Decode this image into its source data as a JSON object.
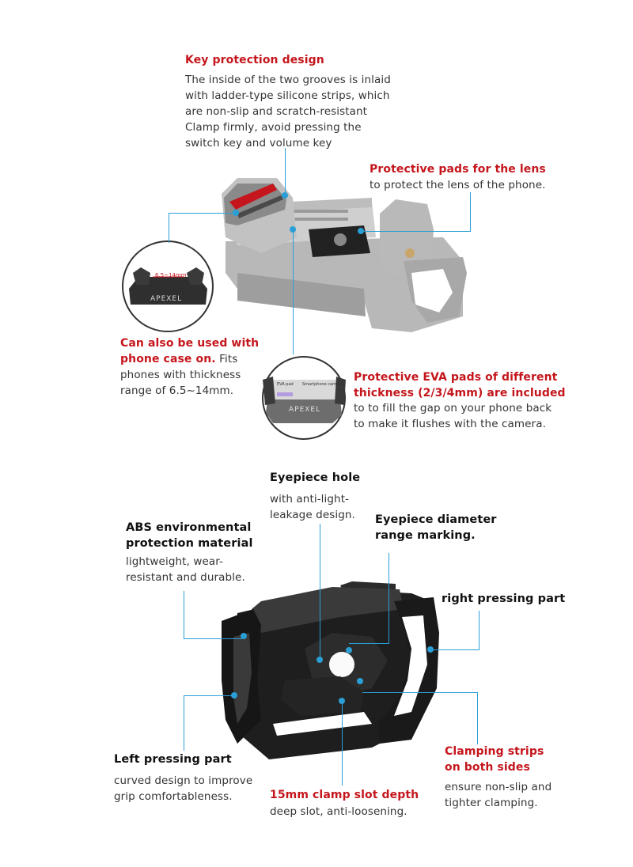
{
  "colors": {
    "accent_red": "#c4161c",
    "leader_line": "#2a9fd6",
    "text": "#333333"
  },
  "top": {
    "key_protection": {
      "title": "Key protection design",
      "lines": [
        "The inside of the two grooves is inlaid",
        "with ladder-type silicone strips, which",
        "are non-slip and scratch-resistant",
        "Clamp firmly, avoid pressing the",
        "switch key and volume key"
      ]
    },
    "protective_pads": {
      "title": "Protective pads for the lens",
      "text": "to protect the lens of the phone."
    },
    "phone_case": {
      "title_lines": [
        "Can also be used with",
        "phone case on."
      ],
      "text_suffix": "Fits",
      "lines": [
        "phones with thickness",
        "range of 6.5~14mm."
      ],
      "inset_label": "6.5~14mm",
      "inset_logo": "APEXEL"
    },
    "eva_pads": {
      "title_lines": [
        "Protective EVA pads of different",
        "thickness (2/3/4mm) are included"
      ],
      "lines": [
        "to  to fill the gap on your phone back",
        "to make it flushes with the camera."
      ],
      "inset_label_left": "EVA pad",
      "inset_label_right": "Smartphone camera",
      "inset_logo": "APEXEL"
    }
  },
  "bottom": {
    "eyepiece_hole": {
      "title": "Eyepiece hole",
      "lines": [
        "with anti-light-",
        "leakage design."
      ]
    },
    "eyepiece_diameter": {
      "title_lines": [
        "Eyepiece diameter",
        "range marking."
      ]
    },
    "abs": {
      "title_lines": [
        "ABS environmental",
        "protection material"
      ],
      "lines": [
        "lightweight, wear-",
        "resistant and durable."
      ]
    },
    "right_pressing": {
      "title": "right pressing part"
    },
    "left_pressing": {
      "title": "Left pressing part",
      "lines": [
        "curved design to improve",
        "grip comfortableness."
      ]
    },
    "clamp_slot": {
      "title": "15mm clamp slot depth",
      "text": "deep slot, anti-loosening."
    },
    "clamping_strips": {
      "title_lines": [
        "Clamping strips",
        "on both sides"
      ],
      "lines": [
        "ensure non-slip and",
        "tighter clamping."
      ]
    }
  }
}
